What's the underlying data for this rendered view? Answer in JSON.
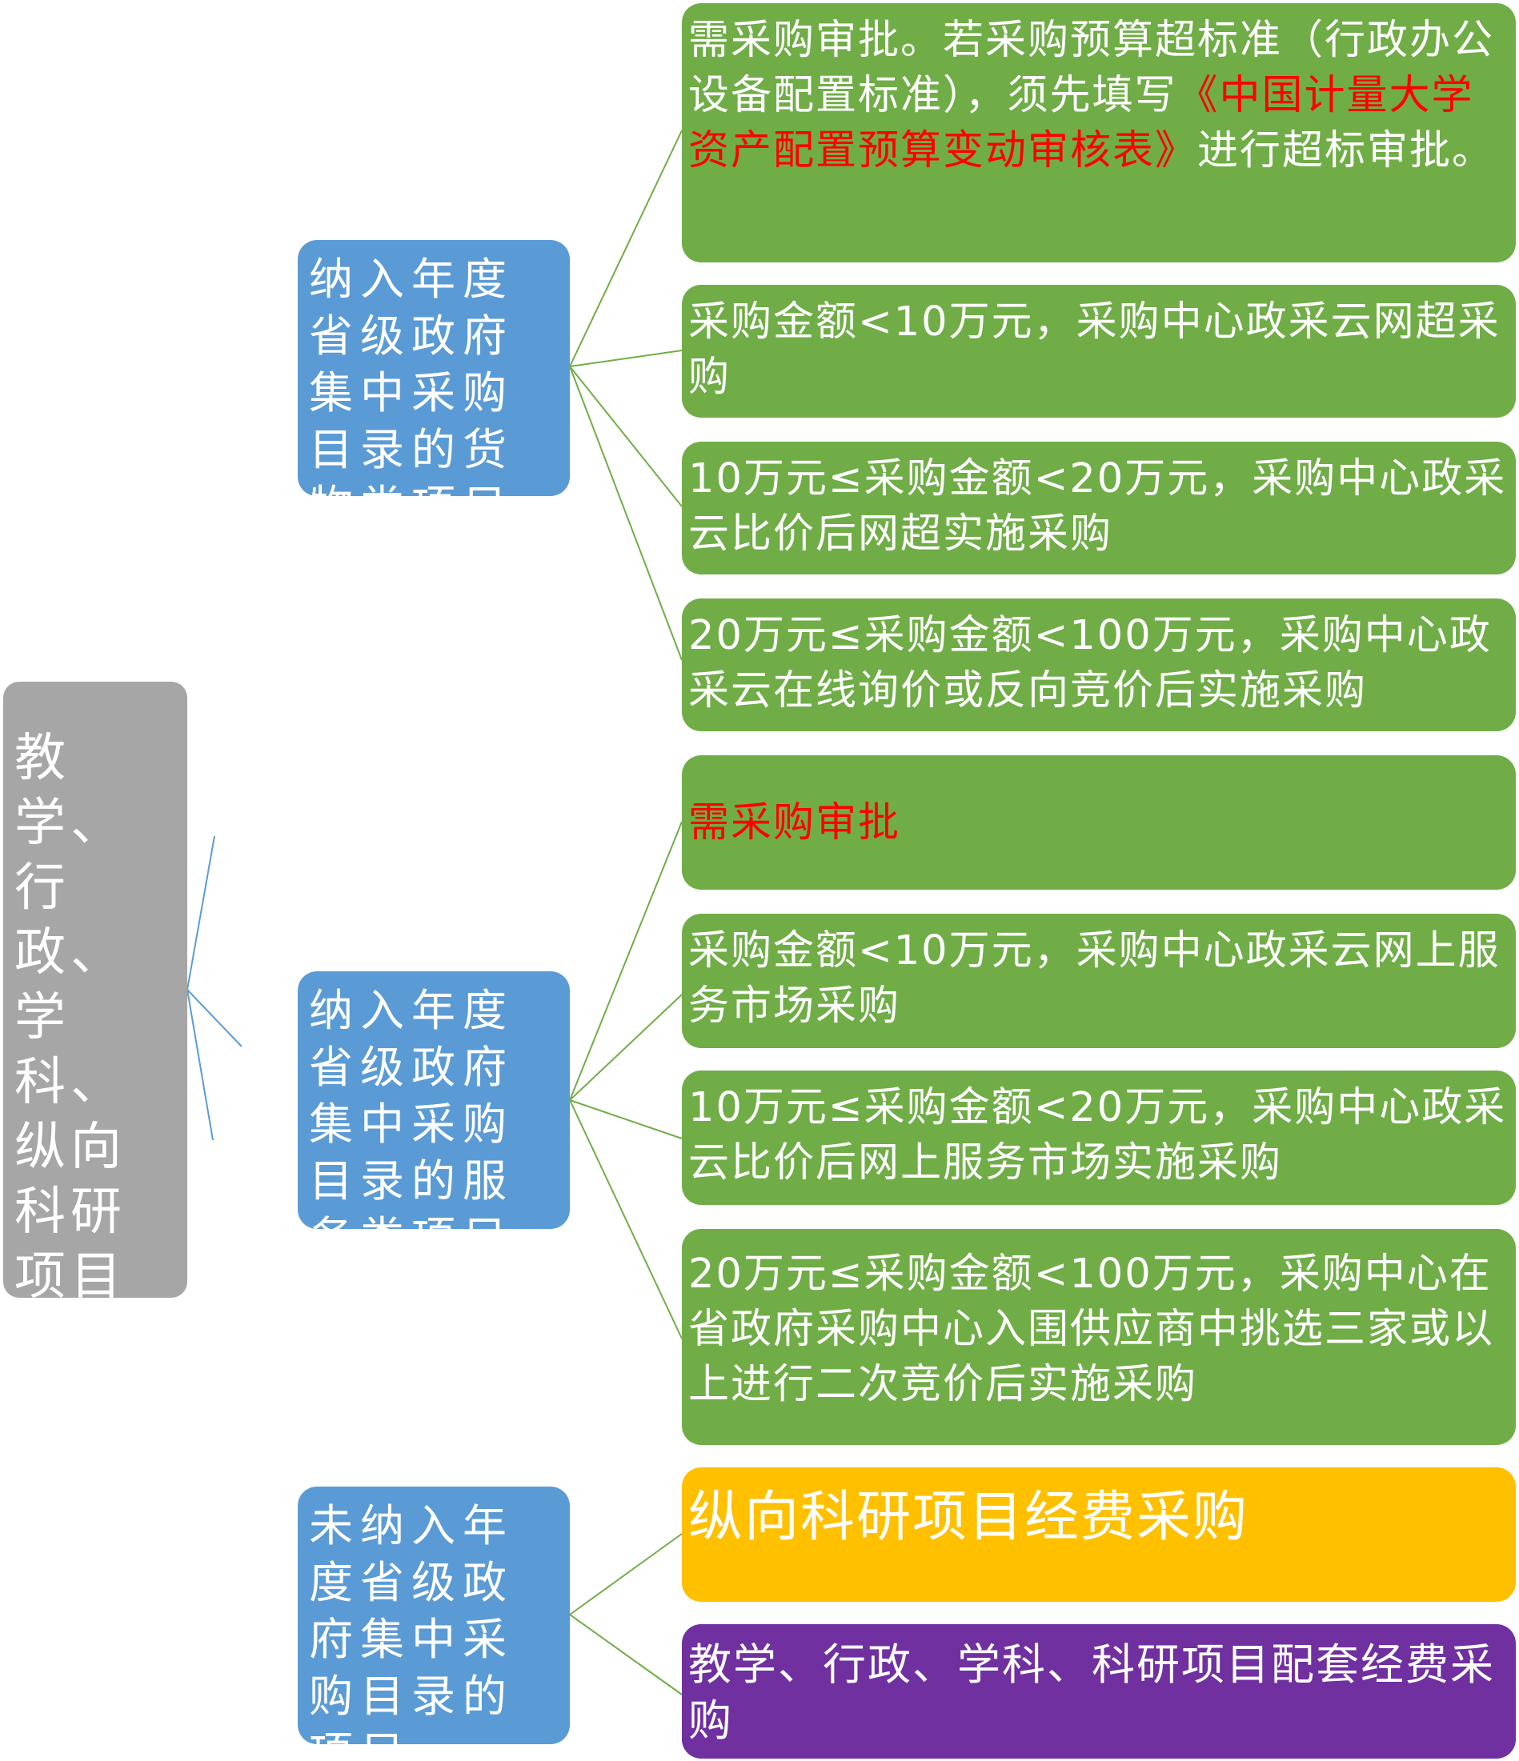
{
  "root": {
    "label": "教学、行政、学科、纵向科研项目及其自筹经费采购"
  },
  "groups": [
    {
      "label": "纳入年度省级政府集中采购目录的货物类项目",
      "items": [
        {
          "parts": [
            {
              "text": "需采购审批。若采购预算超标准（行政办公设备配置标准），须先填写",
              "red": false
            },
            {
              "text": "《中国计量大学资产配置预算变动审核表》",
              "red": true
            },
            {
              "text": "进行超标审批。",
              "red": false
            }
          ]
        },
        {
          "parts": [
            {
              "text": "采购金额<10万元，采购中心政采云网超采购",
              "red": false
            }
          ]
        },
        {
          "parts": [
            {
              "text": "10万元≤采购金额<20万元，采购中心政采云比价后网超实施采购",
              "red": false
            }
          ]
        },
        {
          "parts": [
            {
              "text": "20万元≤采购金额<100万元，采购中心政采云在线询价或反向竞价后实施采购",
              "red": false
            }
          ]
        }
      ]
    },
    {
      "label": "纳入年度省级政府集中采购目录的服务类项目",
      "items": [
        {
          "parts": [
            {
              "text": "需采购审批",
              "red": true
            }
          ]
        },
        {
          "parts": [
            {
              "text": "采购金额<10万元，采购中心政采云网上服务市场采购",
              "red": false
            }
          ]
        },
        {
          "parts": [
            {
              "text": "10万元≤采购金额<20万元，采购中心政采云比价后网上服务市场实施采购",
              "red": false
            }
          ]
        },
        {
          "parts": [
            {
              "text": "20万元≤采购金额<100万元，采购中心在省政府采购中心入围供应商中挑选三家或以上进行二次竞价后实施采购",
              "red": false
            }
          ]
        }
      ]
    },
    {
      "label": "未纳入年度省级政府集中采购目录的项目",
      "items": [
        {
          "parts": [
            {
              "text": "纵向科研项目经费采购",
              "red": false
            }
          ]
        },
        {
          "parts": [
            {
              "text": "教学、行政、学科、科研项目配套经费采购",
              "red": false
            }
          ]
        }
      ]
    }
  ],
  "colors": {
    "root": "#a6a6a6",
    "group": "#5b9bd5",
    "leaf": "#70ad47",
    "leaf_highlight": "#ffc000",
    "leaf_purple": "#7030a0",
    "root_connector": "#5b9bd5",
    "leaf_connector": "#70ad47",
    "emphasis_text": "#ff0000"
  }
}
